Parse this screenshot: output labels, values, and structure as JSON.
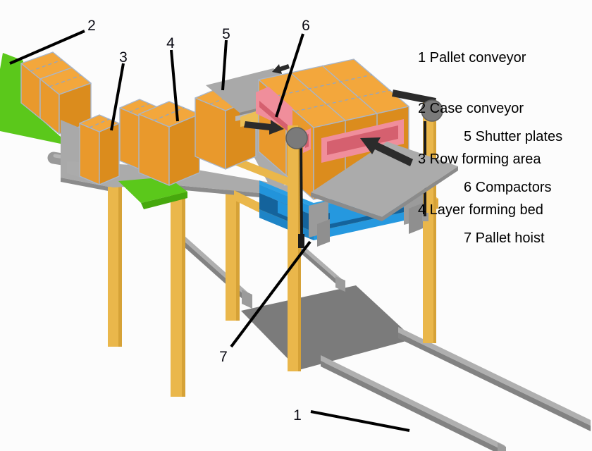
{
  "legend": {
    "group1": [
      "1 Pallet conveyor",
      "2 Case conveyor",
      "3 Row forming area",
      "4 Layer forming bed"
    ],
    "group2": [
      "5 Shutter plates",
      "6 Compactors",
      "7 Pallet hoist"
    ]
  },
  "callouts": {
    "n1": "1",
    "n2": "2",
    "n3": "3",
    "n4": "4",
    "n5": "5",
    "n6": "6",
    "n7": "7"
  },
  "colors": {
    "background": "#fcfcfc",
    "conveyor_green": "#5bc81b",
    "conveyor_green_dark": "#46a80d",
    "case_orange_top": "#f3a73c",
    "case_orange_front": "#e9992c",
    "case_orange_side": "#db8c1d",
    "case_edge_blue": "#a8b6ca",
    "compactor_pink": "#f08e9b",
    "compactor_pink_dark": "#d5606f",
    "pallet_blue": "#2598df",
    "pallet_blue_dark": "#14639c",
    "frame_yellow": "#eab74b",
    "frame_yellow_side": "#d6a237",
    "platform_yellow": "#efbd52",
    "steel_gray": "#ababab",
    "steel_gray_dark": "#8b8b8b",
    "floor_gray": "#7b7b7b",
    "ink": "#000000"
  }
}
